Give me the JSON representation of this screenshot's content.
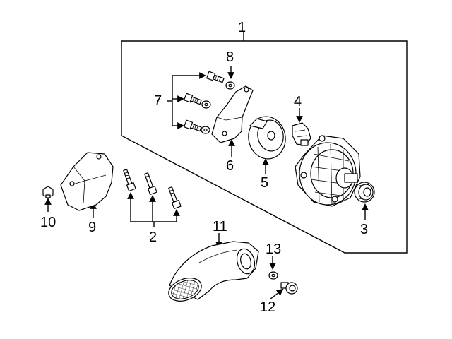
{
  "callouts": {
    "c1": "1",
    "c2": "2",
    "c3": "3",
    "c4": "4",
    "c5": "5",
    "c6": "6",
    "c7": "7",
    "c8": "8",
    "c9": "9",
    "c10": "10",
    "c11": "11",
    "c12": "12",
    "c13": "13"
  },
  "icons": {
    "alternator": "alternator-icon",
    "pulley": "pulley-icon",
    "regulator": "regulator-icon",
    "rear_cover": "rear-cover-icon",
    "bracket": "bracket-icon",
    "bolt": "bolt-icon",
    "washer": "washer-icon",
    "heat_shield": "heat-shield-icon",
    "air_duct": "air-duct-icon"
  }
}
